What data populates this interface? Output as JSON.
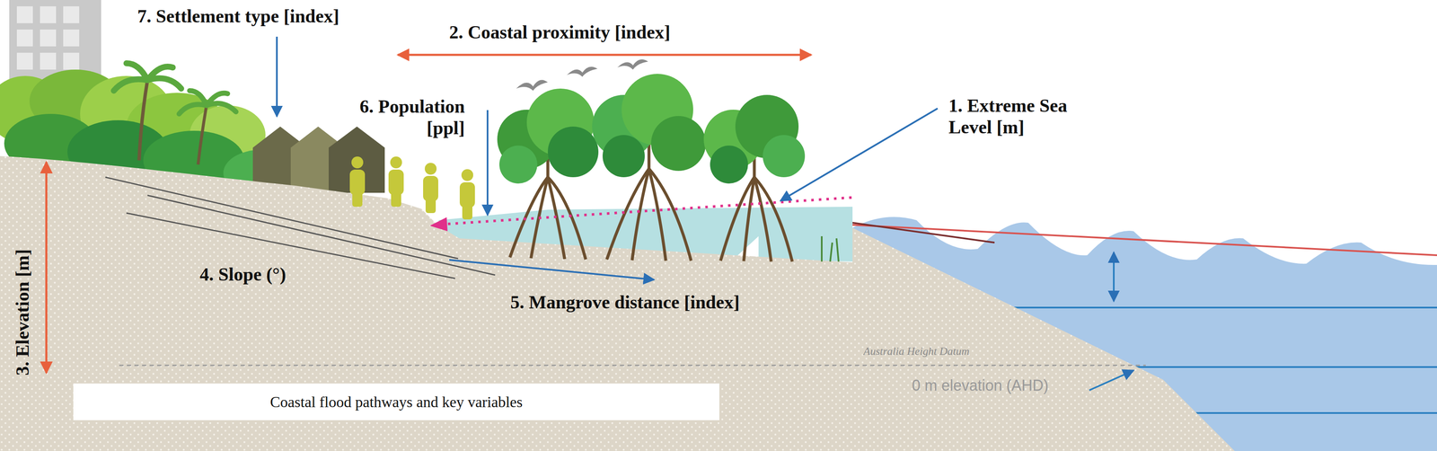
{
  "diagram": {
    "nodes": [
      {
        "text": [
          "Coastal flood pathways and key variables"
        ]
      }
    ],
    "labels": [
      "7. Settlement type [index]",
      "2. Coastal proximity [index]",
      "6. Population [ppl]",
      "1. Extreme Sea Level [m]",
      "3. Elevation [m]",
      "4. Slope (°)",
      "5. Mangrove distance [index]",
      "Australia Height Datum",
      "0 m elevation (AHD)"
    ]
  }
}
